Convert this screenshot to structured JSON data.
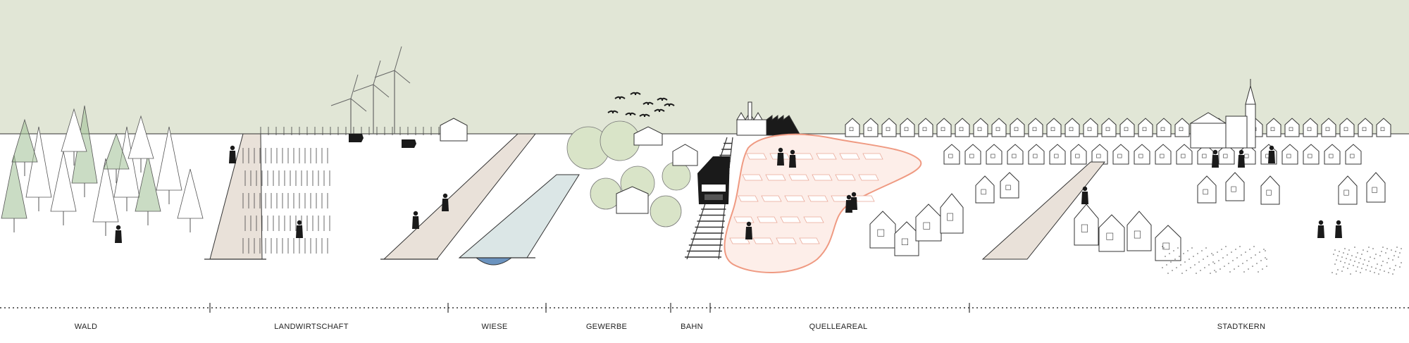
{
  "colors": {
    "sky": "#e1e6d6",
    "ink": "#1a1a1a",
    "tree_green": "#9fbf94",
    "foliage_light": "#d9e4c8",
    "water": "#dbe6e6",
    "water_deep": "#6b93bf",
    "path": "#e9e1d9",
    "quelleareal_fill": "#fdeee9",
    "quelleareal_stroke": "#ef9a82"
  },
  "zones": [
    {
      "id": "wald",
      "label": "WALD"
    },
    {
      "id": "landwirtschaft",
      "label": "LANDWIRTSCHAFT"
    },
    {
      "id": "wiese",
      "label": "WIESE"
    },
    {
      "id": "gewerbe",
      "label": "GEWERBE"
    },
    {
      "id": "bahn",
      "label": "BAHN"
    },
    {
      "id": "quelleareal",
      "label": "QUELLEAREAL"
    },
    {
      "id": "stadtkern",
      "label": "STADTKERN"
    }
  ],
  "icons": {
    "wind_turbine": "wind-turbine-icon",
    "train": "train-icon",
    "church": "church-icon",
    "factory": "factory-icon",
    "birds": "bird-flock-icon"
  }
}
